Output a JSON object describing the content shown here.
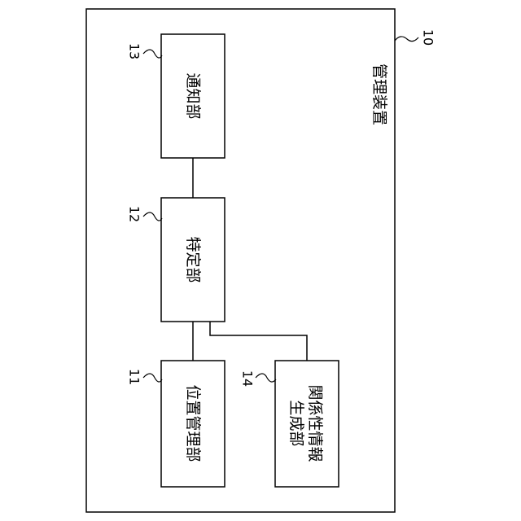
{
  "diagram": {
    "container": {
      "label": "管理装置",
      "ref": "10"
    },
    "blocks": {
      "notification": {
        "label": "通知部",
        "ref": "13"
      },
      "identification": {
        "label": "特定部",
        "ref": "12"
      },
      "position": {
        "label": "位置管理部",
        "ref": "11"
      },
      "relation": {
        "label_line1": "関係性情報",
        "label_line2": "生成部",
        "ref": "14"
      }
    },
    "connections": [
      {
        "from": "notification",
        "to": "identification"
      },
      {
        "from": "identification",
        "to": "position"
      },
      {
        "from": "identification",
        "to": "relation"
      }
    ]
  }
}
